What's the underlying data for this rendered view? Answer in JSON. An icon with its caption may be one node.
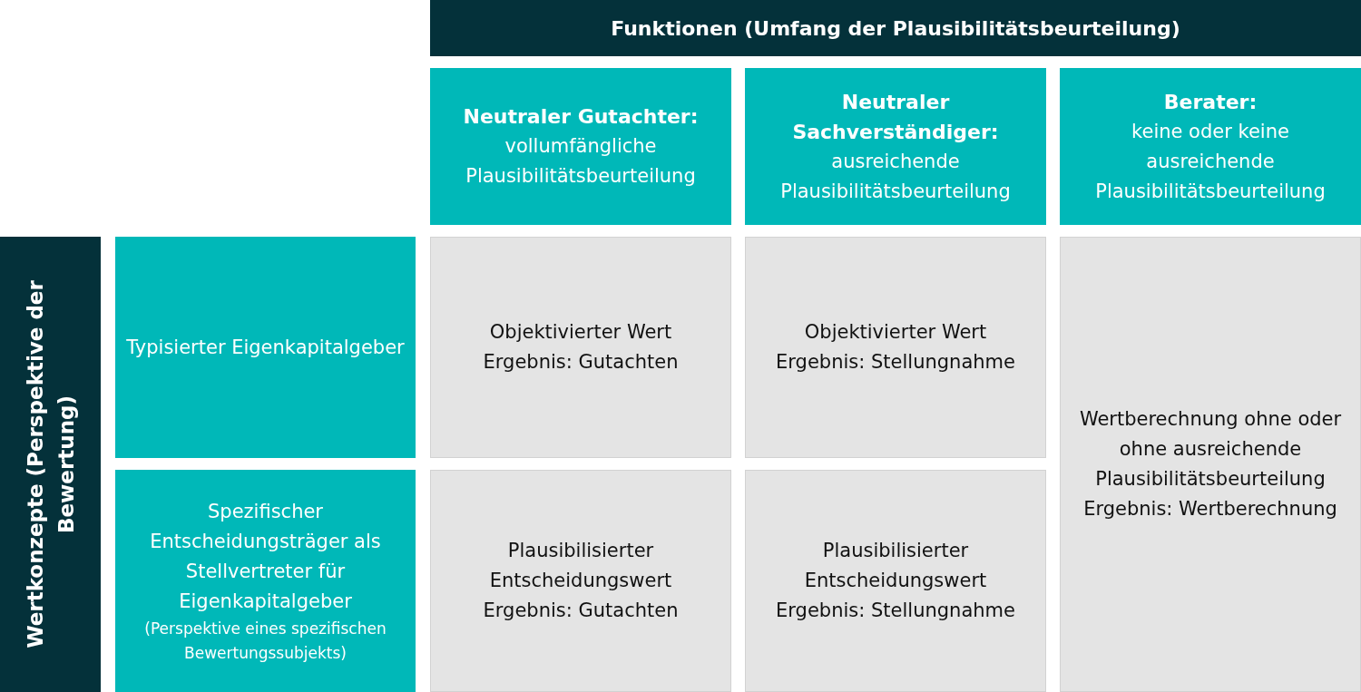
{
  "diagram": {
    "nodes": [
      {
        "text": [
          "Funktionen (Umfang der Plausibilitätsbeurteilung)"
        ]
      },
      {
        "text": [
          "Neutraler Gutachter:",
          "vollumfängliche Plausibilitätsbeurteilung"
        ]
      },
      {
        "text": [
          "Neutraler Sachverständiger:",
          "ausreichende Plausibilitätsbeurteilung"
        ]
      },
      {
        "text": [
          "Berater:",
          "keine oder keine ausreichende Plausibilitätsbeurteilung"
        ]
      },
      {
        "text": [
          "Wertkonzepte (Perspektive der Bewertung)"
        ]
      },
      {
        "text": [
          "Typisierter Eigenkapitalgeber"
        ]
      },
      {
        "text": [
          "Spezifischer Entscheidungsträger als Stellvertreter für Eigenkapitalgeber",
          "(Perspektive eines spezifischen Bewertungssubjekts)"
        ]
      },
      {
        "text": [
          "Objektivierter Wert",
          "Ergebnis: Gutachten"
        ]
      },
      {
        "text": [
          "Objektivierter Wert",
          "Ergebnis: Stellungnahme"
        ]
      },
      {
        "text": [
          "Wertberechnung ohne oder ohne ausreichende Plausibilitätsbeurteilung",
          "Ergebnis: Wertberechnung"
        ]
      },
      {
        "text": [
          "Plausibilisierter Entscheidungswert",
          "Ergebnis: Gutachten"
        ]
      },
      {
        "text": [
          "Plausibilisierter Entscheidungswert",
          "Ergebnis: Stellungnahme"
        ]
      }
    ]
  }
}
